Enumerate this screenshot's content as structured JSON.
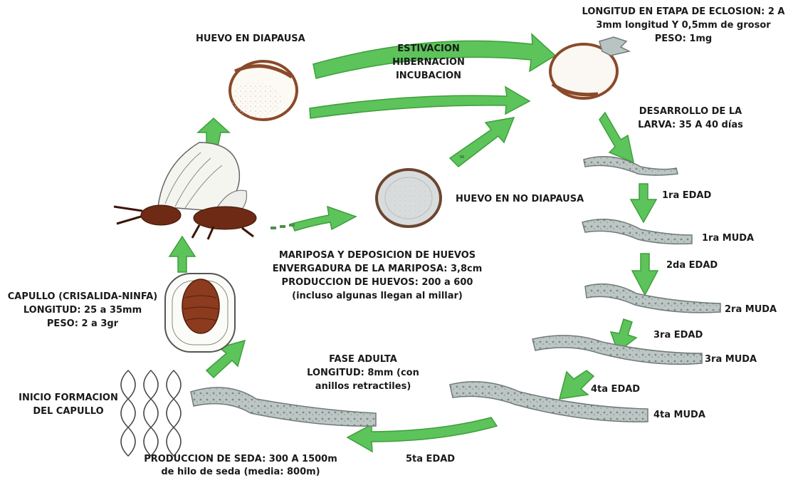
{
  "labels": {
    "huevo_diapausa": "HUEVO EN DIAPAUSA",
    "estivacion": [
      "ESTIVACION",
      "HIBERNACION",
      "INCUBACION"
    ],
    "eclosion": [
      "LONGITUD EN ETAPA DE ECLOSION: 2 A",
      "3mm longitud Y 0,5mm de grosor",
      "PESO: 1mg"
    ],
    "desarrollo_larva": [
      "DESARROLLO DE LA",
      "LARVA: 35 A 40 días"
    ],
    "huevo_no_diapausa": "HUEVO EN NO DIAPAUSA",
    "edad_1": "1ra EDAD",
    "muda_1": "1ra MUDA",
    "edad_2": "2da EDAD",
    "muda_2": "2ra MUDA",
    "edad_3": "3ra EDAD",
    "muda_3": "3ra MUDA",
    "edad_4": "4ta EDAD",
    "muda_4": "4ta MUDA",
    "edad_5": "5ta EDAD",
    "mariposa": [
      "MARIPOSA Y DEPOSICION DE HUEVOS",
      "ENVERGADURA DE LA MARIPOSA: 3,8cm",
      "PRODUCCION DE HUEVOS: 200 a 600",
      "(incluso algunas llegan al millar)"
    ],
    "capullo": [
      "CAPULLO (CRISALIDA-NINFA)",
      "LONGITUD: 25 a 35mm",
      "PESO: 2 a 3gr"
    ],
    "fase_adulta": [
      "FASE ADULTA",
      "LONGITUD: 8mm (con",
      "anillos retractiles)"
    ],
    "inicio_capullo": [
      "INICIO FORMACION",
      "DEL CAPULLO"
    ],
    "seda": [
      "PRODUCCION DE SEDA: 300 A 1500m",
      "de hilo de seda (media: 800m)"
    ]
  },
  "colors": {
    "arrow": "#5cc45a",
    "arrow_dark": "#3f9e3c",
    "larva": "#b9c3c2",
    "larva_dark": "#6f7a79",
    "egg_brown": "#8a4a2a",
    "pupa": "#8c3b1e",
    "moth_body": "#6e2a14",
    "text": "#1a1a1a"
  }
}
